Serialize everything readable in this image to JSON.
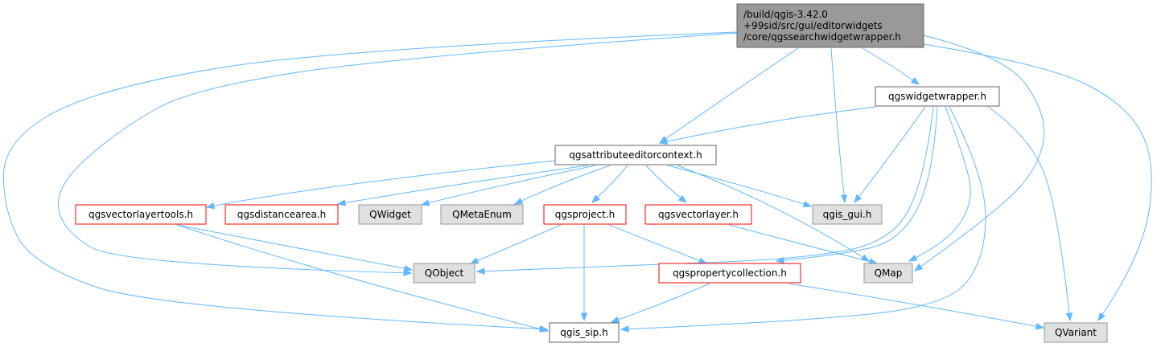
{
  "diagram": {
    "type": "include-dependency-graph",
    "colors": {
      "edge": "#63b8ff",
      "root_fill": "#999999",
      "root_border": "#666666",
      "documented_fill": "#ffffff",
      "documented_border": "#666666",
      "truncated_fill": "#ffffff",
      "truncated_border": "#ff0000",
      "external_fill": "#e0e0e0",
      "external_border": "#999999"
    },
    "nodes": [
      {
        "id": "root",
        "kind": "root",
        "lines": [
          "/build/qgis-3.42.0",
          "+99sid/src/gui/editorwidgets",
          "/core/qgssearchwidgetwrapper.h"
        ]
      },
      {
        "id": "widgetwrapper",
        "kind": "documented",
        "lines": [
          "qgswidgetwrapper.h"
        ]
      },
      {
        "id": "attrctx",
        "kind": "documented",
        "lines": [
          "qgsattributeeditorcontext.h"
        ]
      },
      {
        "id": "vltools",
        "kind": "truncated",
        "lines": [
          "qgsvectorlayertools.h"
        ]
      },
      {
        "id": "distarea",
        "kind": "truncated",
        "lines": [
          "qgsdistancearea.h"
        ]
      },
      {
        "id": "qwidget",
        "kind": "external",
        "lines": [
          "QWidget"
        ]
      },
      {
        "id": "qmetaenum",
        "kind": "external",
        "lines": [
          "QMetaEnum"
        ]
      },
      {
        "id": "project",
        "kind": "truncated",
        "lines": [
          "qgsproject.h"
        ]
      },
      {
        "id": "vlayer",
        "kind": "truncated",
        "lines": [
          "qgsvectorlayer.h"
        ]
      },
      {
        "id": "gui",
        "kind": "external",
        "lines": [
          "qgis_gui.h"
        ]
      },
      {
        "id": "qobject",
        "kind": "external",
        "lines": [
          "QObject"
        ]
      },
      {
        "id": "propcoll",
        "kind": "truncated",
        "lines": [
          "qgspropertycollection.h"
        ]
      },
      {
        "id": "qmap",
        "kind": "external",
        "lines": [
          "QMap"
        ]
      },
      {
        "id": "sip",
        "kind": "documented",
        "lines": [
          "qgis_sip.h"
        ]
      },
      {
        "id": "qvariant",
        "kind": "external",
        "lines": [
          "QVariant"
        ]
      }
    ],
    "edges": [
      {
        "from": "root",
        "to": "attrctx"
      },
      {
        "from": "root",
        "to": "widgetwrapper"
      },
      {
        "from": "root",
        "to": "gui"
      },
      {
        "from": "root",
        "to": "qobject"
      },
      {
        "from": "root",
        "to": "sip"
      },
      {
        "from": "root",
        "to": "qmap"
      },
      {
        "from": "root",
        "to": "qvariant"
      },
      {
        "from": "widgetwrapper",
        "to": "attrctx"
      },
      {
        "from": "widgetwrapper",
        "to": "gui"
      },
      {
        "from": "widgetwrapper",
        "to": "qobject"
      },
      {
        "from": "widgetwrapper",
        "to": "propcoll"
      },
      {
        "from": "widgetwrapper",
        "to": "qmap"
      },
      {
        "from": "widgetwrapper",
        "to": "qvariant"
      },
      {
        "from": "widgetwrapper",
        "to": "sip"
      },
      {
        "from": "attrctx",
        "to": "vltools"
      },
      {
        "from": "attrctx",
        "to": "distarea"
      },
      {
        "from": "attrctx",
        "to": "qwidget"
      },
      {
        "from": "attrctx",
        "to": "qmetaenum"
      },
      {
        "from": "attrctx",
        "to": "project"
      },
      {
        "from": "attrctx",
        "to": "vlayer"
      },
      {
        "from": "attrctx",
        "to": "gui"
      },
      {
        "from": "attrctx",
        "to": "qmap"
      },
      {
        "from": "vltools",
        "to": "qobject"
      },
      {
        "from": "vltools",
        "to": "sip"
      },
      {
        "from": "project",
        "to": "qobject"
      },
      {
        "from": "project",
        "to": "propcoll"
      },
      {
        "from": "project",
        "to": "sip"
      },
      {
        "from": "vlayer",
        "to": "qmap"
      },
      {
        "from": "propcoll",
        "to": "sip"
      },
      {
        "from": "propcoll",
        "to": "qvariant"
      }
    ]
  }
}
